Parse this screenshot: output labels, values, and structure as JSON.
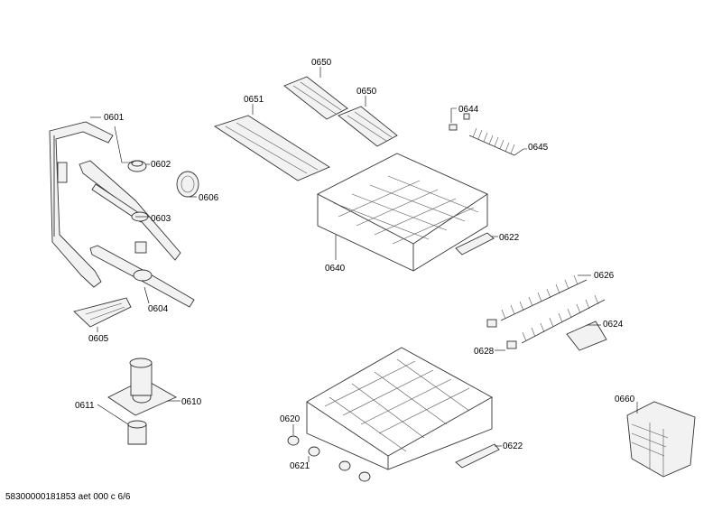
{
  "labels": {
    "p0601": "0601",
    "p0602": "0602",
    "p0603": "0603",
    "p0604": "0604",
    "p0605": "0605",
    "p0606": "0606",
    "p0610": "0610",
    "p0611": "0611",
    "p0620": "0620",
    "p0621": "0621",
    "p0622a": "0622",
    "p0622b": "0622",
    "p0624": "0624",
    "p0626": "0626",
    "p0628": "0628",
    "p0640": "0640",
    "p0644": "0644",
    "p0645": "0645",
    "p0650a": "0650",
    "p0650b": "0650",
    "p0651": "0651",
    "p0660": "0660"
  },
  "footer": {
    "doc_id": "58300000181853 aet 000 c 6/6"
  }
}
